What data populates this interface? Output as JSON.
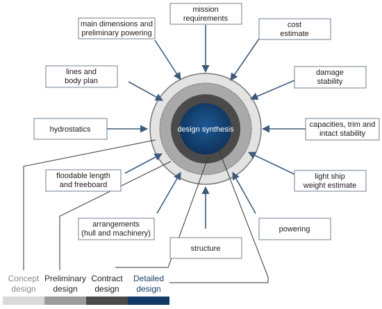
{
  "center": {
    "label": "design synthesis"
  },
  "boxes": [
    {
      "id": "mission",
      "lines": [
        "mission",
        "requirements"
      ]
    },
    {
      "id": "main-dimensions",
      "lines": [
        "main dimensions and",
        "preliminary powering"
      ]
    },
    {
      "id": "cost",
      "lines": [
        "cost",
        "estimate"
      ]
    },
    {
      "id": "lines",
      "lines": [
        "lines and",
        "body plan"
      ]
    },
    {
      "id": "damage",
      "lines": [
        "damage",
        "stability"
      ]
    },
    {
      "id": "hydrostatics",
      "lines": [
        "hydrostatics"
      ]
    },
    {
      "id": "capacities",
      "lines": [
        "capacities, trim and",
        "intact stability"
      ]
    },
    {
      "id": "floodable",
      "lines": [
        "floodable length",
        "and freeboard"
      ]
    },
    {
      "id": "lightship",
      "lines": [
        "light ship",
        "weight estimate"
      ]
    },
    {
      "id": "arrangements",
      "lines": [
        "arrangements",
        "(hull and machinery)"
      ]
    },
    {
      "id": "powering",
      "lines": [
        "powering"
      ]
    },
    {
      "id": "structure",
      "lines": [
        "structure"
      ]
    }
  ],
  "stages": [
    {
      "lines": [
        "Concept",
        "design"
      ],
      "color": "#d9d9d9",
      "text_color": "#8a8a8a"
    },
    {
      "lines": [
        "Preliminary",
        "design"
      ],
      "color": "#9c9c9c",
      "text_color": "#2a2a2a"
    },
    {
      "lines": [
        "Contract",
        "design"
      ],
      "color": "#4a4a4a",
      "text_color": "#1a1a1a"
    },
    {
      "lines": [
        "Detailed",
        "design"
      ],
      "color": "#123a66",
      "text_color": "#123a66"
    }
  ],
  "colors": {
    "arrow": "#3d5a7a",
    "box_border": "#6f7f8f",
    "ring_outer": "#e3e3e3",
    "ring_preliminary": "#a9a9a9",
    "ring_contract": "#4a4a4a",
    "core": "#123f70"
  }
}
